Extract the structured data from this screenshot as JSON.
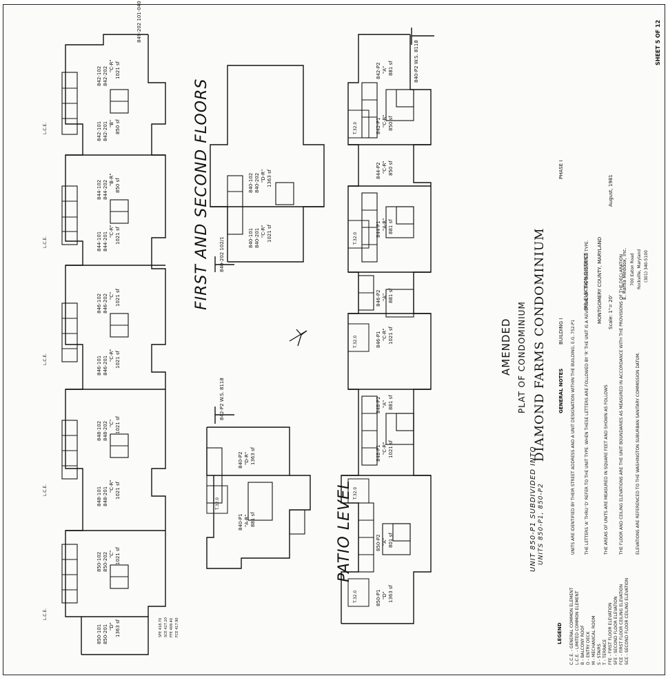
{
  "sections": {
    "upper_floors": "FIRST AND SECOND FLOORS",
    "patio": "PATIO LEVEL"
  },
  "title_block": {
    "amended": "AMENDED",
    "plat": "PLAT OF CONDOMINIUM",
    "project": "DIAMOND FARMS CONDOMINIUM",
    "building": "BUILDING I",
    "phase": "PHASE I",
    "district": "9th ELECTION DISTRICT",
    "county": "MONTGOMERY COUNTY, MARYLAND",
    "scale": "Scale: 1\"= 20'",
    "date": "August, 1981",
    "firm": "E. Raffia Meddox, Inc.",
    "firm_addr1": "700 Eaton Road",
    "firm_addr2": "Rockville, Maryland",
    "firm_phone": "(301) 340-5100",
    "sheet": "SHEET 5 OF 12"
  },
  "note": {
    "line1": "UNIT 850-P1 SUBDIVIDED INTO",
    "line2": "UNITS 850-P1, 850-P2"
  },
  "general_notes": {
    "heading": "GENERAL NOTES",
    "items": [
      "UNITS ARE IDENTIFIED BY THEIR STREET ADDRESS AND A UNIT DESIGNATION WITHIN THE BUILDING, E.G. 752-P1",
      "THE LETTERS 'A' THRU 'D' REFER TO THE UNIT TYPE. WHEN THESE LETTERS ARE FOLLOWED BY 'R' THE UNIT IS A REVERSAL OF THE DESIGNATED TYPE.",
      "THE AREAS OF UNITS ARE MEASURED IN SQUARE FEET AND SHOWN AS FOLLOWS",
      "THE FLOOR AND CEILING ELEVATIONS ARE THE UNIT BOUNDARIES AS MEASURED IN ACCORDANCE WITH THE PROVISIONS OF THE DECLARATION",
      "ELEVATIONS ARE REFERENCED TO THE WASHINGTON SUBURBAN SANITARY COMMISSION DATUM."
    ]
  },
  "legend": {
    "heading": "LEGEND",
    "items": [
      "C.C.E. - GENERAL COMMON ELEMENT",
      "L.C.E. - LIMITED COMMON ELEMENT",
      "B - BALCONY ROOF",
      "D - ENTRY DECK",
      "M - MECHANICAL ROOM",
      "S - STAIRS",
      "T - TERRACE",
      "FFE - FIRST FLOOR ELEVATION",
      "SFE - SECOND FLOOR ELEVATION",
      "FCE - FIRST FLOOR CEILING ELEVATION",
      "SCE - SECOND FLOOR CEILING ELEVATION"
    ]
  },
  "upper_units": [
    {
      "id": "850",
      "l1": "850-101",
      "l2": "850-201",
      "t1": "\"D\"",
      "a1": "1363 sf",
      "r1": "850-102",
      "r2": "850-202",
      "t2": "\"C\"",
      "a2": "1021 sf"
    },
    {
      "id": "848",
      "l1": "848-101",
      "l2": "848-201",
      "t1": "\"C-R\"",
      "a1": "1021 sf",
      "r1": "848-102",
      "r2": "848-202",
      "t2": "\"C\"",
      "a2": "1021 sf"
    },
    {
      "id": "846",
      "l1": "846-101",
      "l2": "846-201",
      "t1": "\"C-R\"",
      "a1": "1021 sf",
      "r1": "846-102",
      "r2": "846-202",
      "t2": "\"C\"",
      "a2": "1021 sf"
    },
    {
      "id": "844",
      "l1": "844-101",
      "l2": "844-201",
      "t1": "\"C-R\"",
      "a1": "1021 sf",
      "r1": "844-102",
      "r2": "844-202",
      "t2": "\"B-R\"",
      "a2": "850 sf"
    },
    {
      "id": "842",
      "l1": "842-101",
      "l2": "842-201",
      "t1": "\"B\"",
      "a1": "850 sf",
      "r1": "842-102",
      "r2": "842-202",
      "t2": "\"C-R\"",
      "a2": "1021 sf"
    }
  ],
  "patio_units": [
    {
      "l": "850-P1",
      "lt": "\"D\"",
      "la": "1363 sf",
      "r": "850-P2",
      "rt": "\"A\"",
      "ra": "801 sf"
    },
    {
      "l": "848-P1",
      "lt": "\"C-R\"",
      "la": "1021 sf",
      "r": "848-P2",
      "rt": "\"A\"",
      "ra": "881 sf"
    },
    {
      "l": "846-P1",
      "lt": "\"C-R\"",
      "la": "1021 sf",
      "r": "846-P2",
      "rt": "\"A\"",
      "ra": "881 sf"
    },
    {
      "l": "844-P1",
      "lt": "\"A-R\"",
      "la": "881 sf",
      "r": "844-P2",
      "rt": "\"C-R\"",
      "ra": "850 sf"
    },
    {
      "l": "842-P1",
      "lt": "\"C-R\"",
      "la": "850 sf",
      "r": "842-P2",
      "rt": "\"A\"",
      "ra": "881 sf"
    }
  ],
  "misc_units": {
    "mid_upper": {
      "l1": "840-101",
      "l2": "840-201",
      "t1": "\"C-R\"",
      "a1": "1021 sf",
      "r1": "840-102",
      "r2": "840-202",
      "t2": "\"D-R\"",
      "a2": "1363 sf"
    },
    "mid_patio": {
      "l": "840-P1",
      "lt": "\"A-R\"",
      "la": "881 sf",
      "r": "840-P2",
      "rt": "\"D-R\"",
      "ra": "1363 sf"
    }
  },
  "dims": {
    "bldg_end_upper": "849-202  101-040",
    "bldg_end_mid": "840-202  102/1",
    "bldg_end_patio": "842-P2  W.S. 8118",
    "bldg_end_bottom": "840-P2  W.S. 8118",
    "elev_labels": [
      "SFE 418.70",
      "SCE 427.20",
      "FFE 409.40",
      "FCE 417.90"
    ],
    "terrace": "T.32.0",
    "lce": "L.C.E."
  }
}
